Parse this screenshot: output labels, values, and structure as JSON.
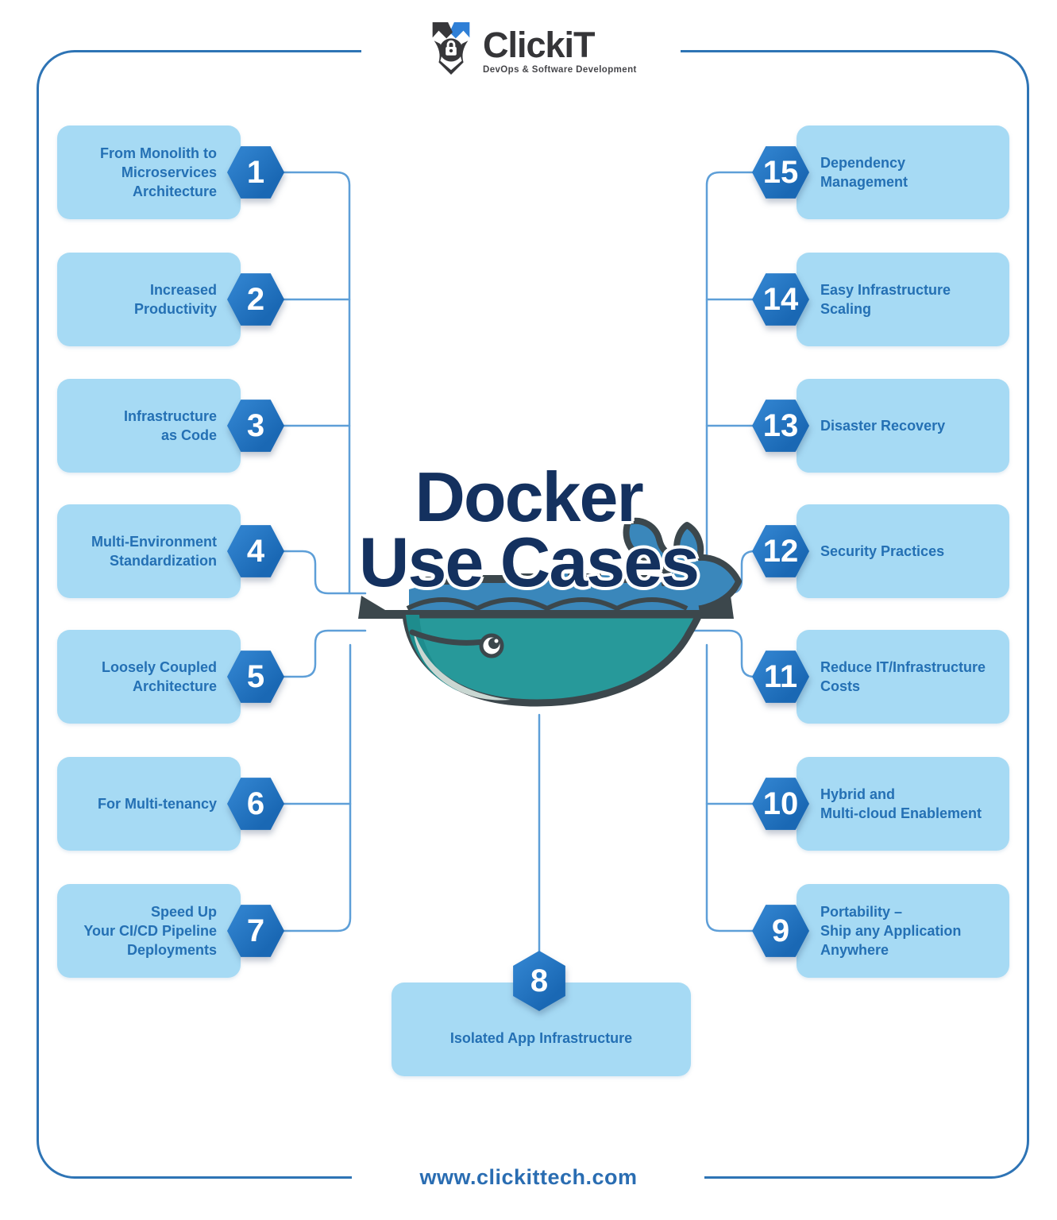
{
  "brand": {
    "name": "ClickiT",
    "tagline": "DevOps & Software Development"
  },
  "title": {
    "line1": "Docker",
    "line2": "Use Cases"
  },
  "footer": {
    "website": "www.clickittech.com"
  },
  "items_left": [
    {
      "num": "1",
      "label": "From Monolith to\nMicroservices\nArchitecture"
    },
    {
      "num": "2",
      "label": "Increased\nProductivity"
    },
    {
      "num": "3",
      "label": "Infrastructure\nas Code"
    },
    {
      "num": "4",
      "label": "Multi-Environment\nStandardization"
    },
    {
      "num": "5",
      "label": "Loosely Coupled\nArchitecture"
    },
    {
      "num": "6",
      "label": "For Multi-tenancy"
    },
    {
      "num": "7",
      "label": "Speed Up\nYour CI/CD Pipeline\nDeployments"
    }
  ],
  "items_right": [
    {
      "num": "15",
      "label": "Dependency\nManagement"
    },
    {
      "num": "14",
      "label": "Easy Infrastructure\nScaling"
    },
    {
      "num": "13",
      "label": "Disaster Recovery"
    },
    {
      "num": "12",
      "label": "Security Practices"
    },
    {
      "num": "11",
      "label": "Reduce IT/Infrastructure\nCosts"
    },
    {
      "num": "10",
      "label": "Hybrid and\nMulti-cloud Enablement"
    },
    {
      "num": "9",
      "label": "Portability –\nShip any Application\nAnywhere"
    }
  ],
  "item_bottom": {
    "num": "8",
    "label": "Isolated App Infrastructure"
  },
  "colors": {
    "frame": "#2e74b5",
    "connector": "#5e9fd8",
    "box_fill": "#a6daf4",
    "box_text": "#2470b4",
    "badge_blue": "#1e6fbc",
    "title_navy": "#14315f",
    "whale_teal": "#27999a",
    "whale_blue": "#3a87bb",
    "whale_outline": "#3c474c",
    "url_blue": "#2a6db2",
    "logo_accent": "#2f7fd6"
  }
}
